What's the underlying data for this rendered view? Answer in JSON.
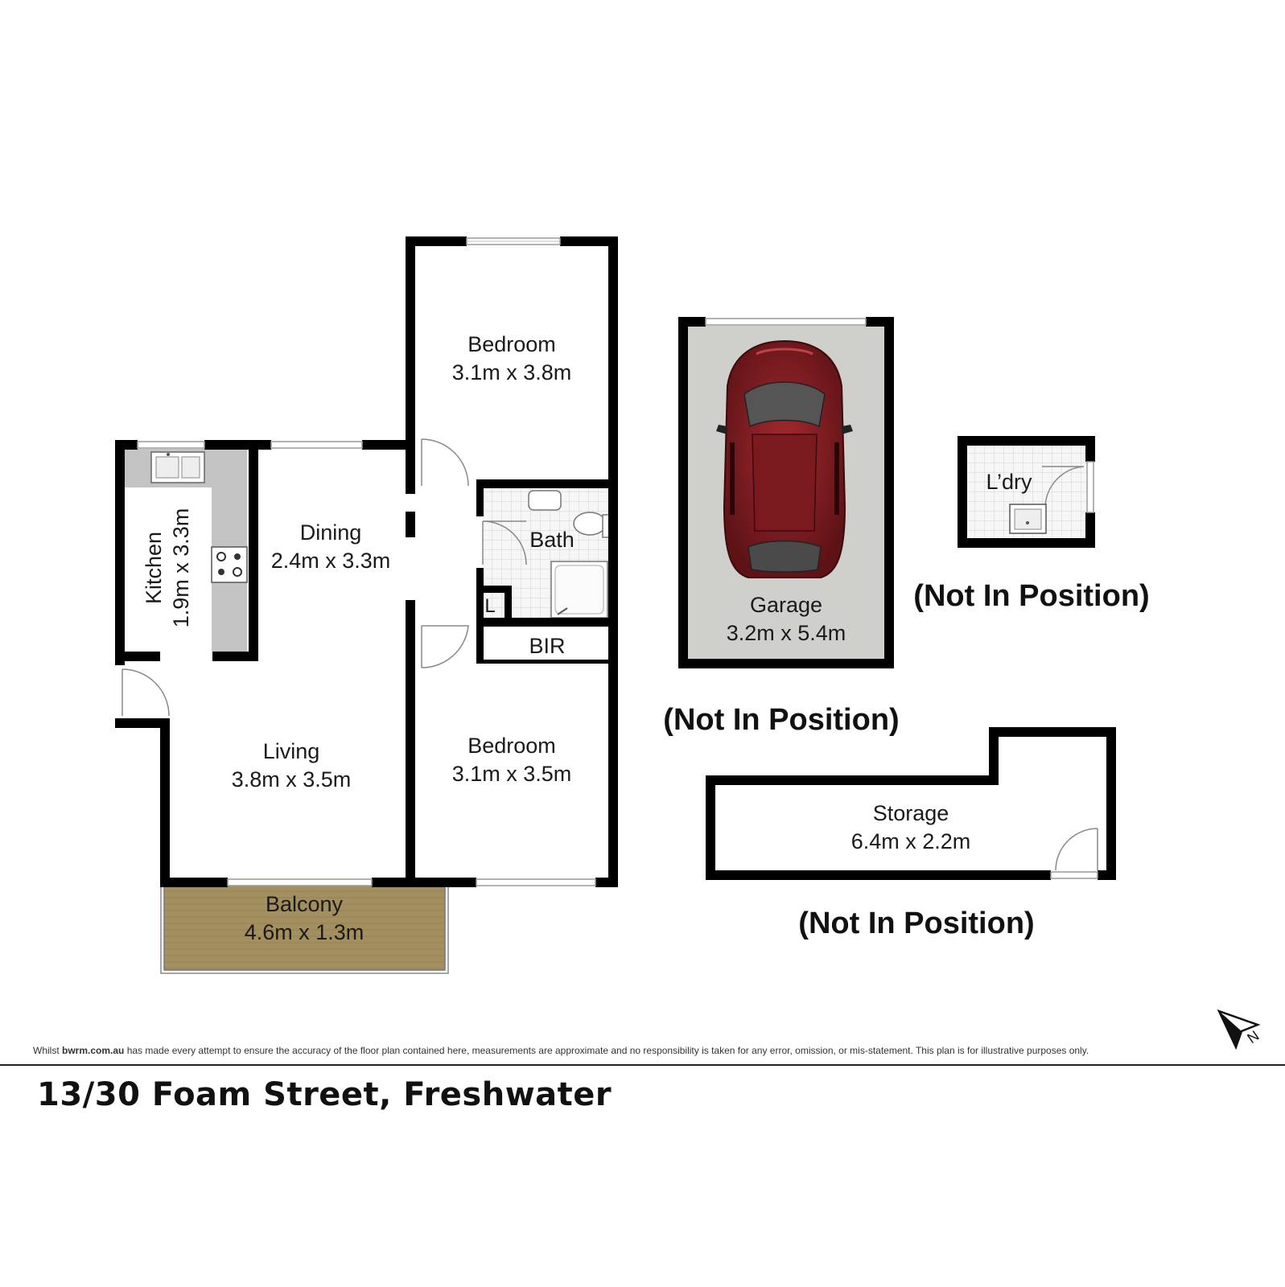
{
  "rooms": {
    "bedroom1": {
      "name": "Bedroom",
      "size": "3.1m x 3.8m"
    },
    "bedroom2": {
      "name": "Bedroom",
      "size": "3.1m x 3.5m"
    },
    "dining": {
      "name": "Dining",
      "size": "2.4m x 3.3m"
    },
    "kitchen": {
      "name": "Kitchen",
      "size": "1.9m x 3.3m"
    },
    "bath": {
      "name": "Bath"
    },
    "linen": {
      "name": "L"
    },
    "bir": {
      "name": "BIR"
    },
    "living": {
      "name": "Living",
      "size": "3.8m x 3.5m"
    },
    "balcony": {
      "name": "Balcony",
      "size": "4.6m x 1.3m"
    },
    "garage": {
      "name": "Garage",
      "size": "3.2m x 5.4m"
    },
    "laundry": {
      "name": "L’dry"
    },
    "storage": {
      "name": "Storage",
      "size": "6.4m x 2.2m"
    }
  },
  "notes": {
    "laundry_not_in_position": "(Not In Position)",
    "garage_not_in_position": "(Not In Position)",
    "storage_not_in_position": "(Not In Position)"
  },
  "compass": {
    "label": "N",
    "icon": "north-arrow-icon"
  },
  "footer": {
    "disclaimer_prefix": "Whilst ",
    "disclaimer_site": "bwrm.com.au",
    "disclaimer_text": " has made every attempt to ensure the accuracy of the floor plan contained here, measurements are approximate and no responsibility is taken for any error, omission, or mis-statement. This plan is for illustrative purposes only.",
    "address": "13/30 Foam Street, Freshwater"
  },
  "colors": {
    "wall": "#000000",
    "balcony_fill": "#a08c5e",
    "garage_fill": "#cfcfcb",
    "car_body": "#8a1f24",
    "tile": "#f3f3f3",
    "bench": "#bdbdbd"
  }
}
